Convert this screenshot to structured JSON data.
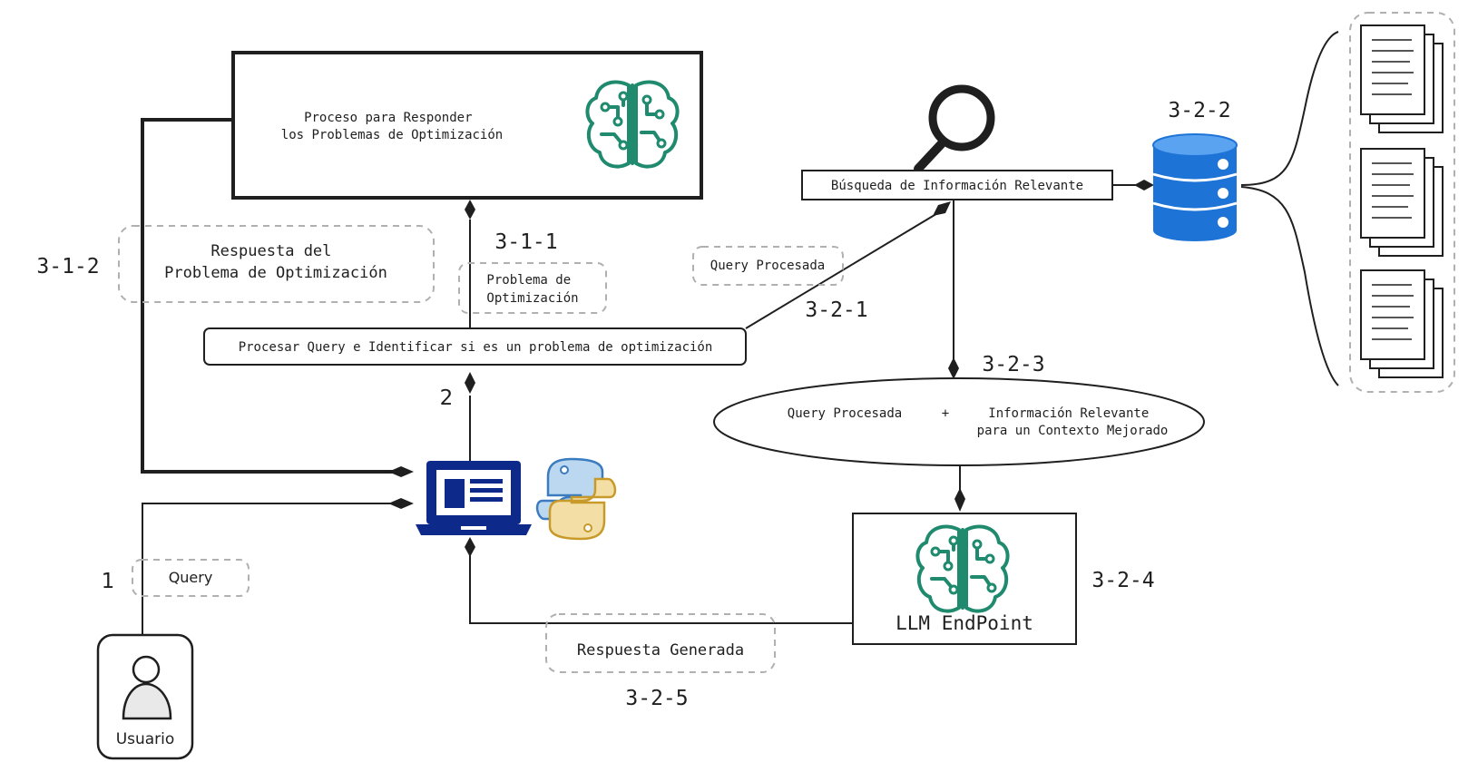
{
  "nodes": {
    "process_title": [
      "Proceso para Responder",
      "los Problemas de Optimización"
    ],
    "process_query": "Procesar Query e Identificar si es un problema de optimización",
    "search": "Búsqueda de Información Relevante",
    "ellipse_left": "Query Procesada",
    "ellipse_plus": "+",
    "ellipse_right": [
      "Información Relevante",
      "para un Contexto Mejorado"
    ],
    "llm": "LLM EndPoint",
    "user": "Usuario"
  },
  "labels": {
    "respuesta_problema": [
      "Respuesta del",
      "Problema de Optimización"
    ],
    "problema_opt": [
      "Problema de",
      "Optimización"
    ],
    "query_procesada": "Query Procesada",
    "query": "Query",
    "respuesta_generada": "Respuesta Generada"
  },
  "steps": {
    "s1": "1",
    "s2": "2",
    "s311": "3-1-1",
    "s312": "3-1-2",
    "s321": "3-2-1",
    "s322": "3-2-2",
    "s323": "3-2-3",
    "s324": "3-2-4",
    "s325": "3-2-5"
  },
  "colors": {
    "brain": "#1f8a6e",
    "database": "#1e73d6",
    "laptop": "#0d2a8a",
    "python_blue": "#3b7bbf",
    "python_yellow": "#e8c46a"
  },
  "icons": [
    "brain-circuit-icon",
    "magnifier-icon",
    "database-icon",
    "document-stack-icon",
    "laptop-icon",
    "python-logo-icon",
    "user-icon"
  ]
}
